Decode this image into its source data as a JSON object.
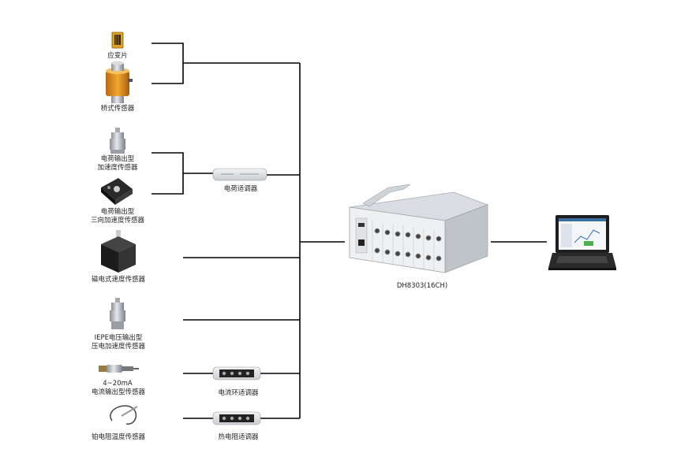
{
  "sensors": {
    "strain_gauge": "应变片",
    "bridge_sensor": "桥式传感器",
    "charge_accel_line1": "电荷输出型",
    "charge_accel_line2": "加速度传感器",
    "triaxial_line1": "电荷输出型",
    "triaxial_line2": "三向加速度传感器",
    "magnetoelectric": "磁电式速度传感器",
    "iepe_line1": "IEPE电压输出型",
    "iepe_line2": "压电加速度传感器",
    "current_line1": "4~20mA",
    "current_line2": "电流输出型传感器",
    "rtd": "铂电阻温度传感器"
  },
  "conditioners": {
    "charge": "电荷适调器",
    "current_loop": "电流环适调器",
    "rtd": "热电阻适调器"
  },
  "instrument": {
    "label": "DH8303(16CH)"
  },
  "colors": {
    "line": "#000000",
    "text": "#222222"
  }
}
